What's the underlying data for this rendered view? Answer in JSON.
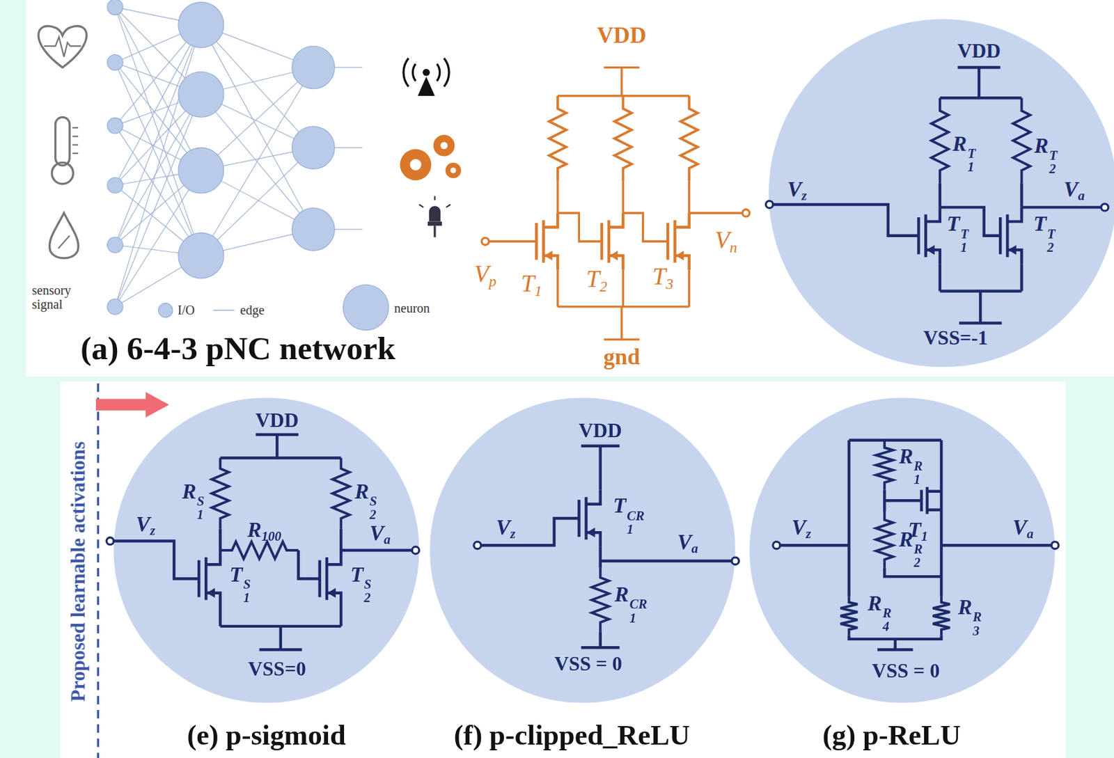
{
  "diagram": {
    "nodes": [
      {
        "text": [
          "VDD",
          "R1T",
          "R2T",
          "Vz",
          "T1T",
          "T2T",
          "Va",
          "VSS=-1"
        ]
      },
      {
        "text": [
          "VDD",
          "R1S",
          "R100",
          "R2S",
          "Vz",
          "T1S",
          "T2S",
          "Va",
          "VSS=0",
          "(e) p-sigmoid"
        ]
      },
      {
        "text": [
          "VDD",
          "Vz",
          "T1CR",
          "Va",
          "R1CR",
          "VSS = 0",
          "(f) p-clipped_ReLU"
        ]
      },
      {
        "text": [
          "R1R",
          "T1",
          "Vz",
          "R2R",
          "Va",
          "R4R",
          "R3R",
          "VSS = 0",
          "(g) p-ReLU"
        ]
      }
    ],
    "labels": [
      "sensory signal",
      "(a) 6-4-3 pNC network",
      "VDD",
      "Vp",
      "T1",
      "T2",
      "T3",
      "Vn",
      "gnd",
      "Proposed learnable activations"
    ],
    "legend": [
      {
        "text": "I/O"
      },
      {
        "text": "edge"
      },
      {
        "text": "neuron"
      }
    ]
  }
}
